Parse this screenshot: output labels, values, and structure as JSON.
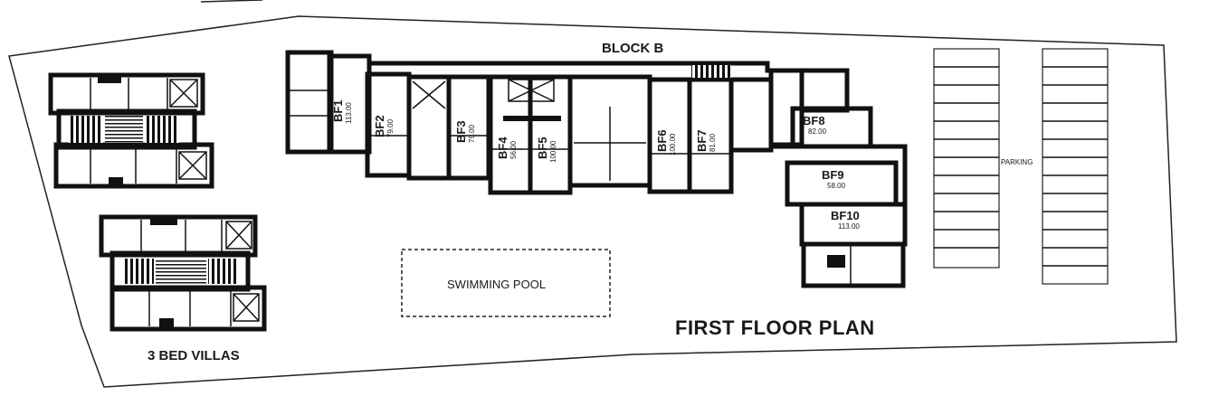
{
  "labels": {
    "block_b": "BLOCK B",
    "plan_title": "FIRST FLOOR PLAN",
    "villas": "3 BED VILLAS",
    "pool": "SWIMMING POOL",
    "parking": "PARKING"
  },
  "units": [
    {
      "id": "BF1",
      "area": "113.00"
    },
    {
      "id": "BF2",
      "area": "79.00"
    },
    {
      "id": "BF3",
      "area": "79.00"
    },
    {
      "id": "BF4",
      "area": "56.00"
    },
    {
      "id": "BF5",
      "area": "100.00"
    },
    {
      "id": "BF6",
      "area": "100.00"
    },
    {
      "id": "BF7",
      "area": "81.00"
    },
    {
      "id": "BF8",
      "area": "82.00"
    },
    {
      "id": "BF9",
      "area": "58.00"
    },
    {
      "id": "BF10",
      "area": "113.00"
    }
  ]
}
